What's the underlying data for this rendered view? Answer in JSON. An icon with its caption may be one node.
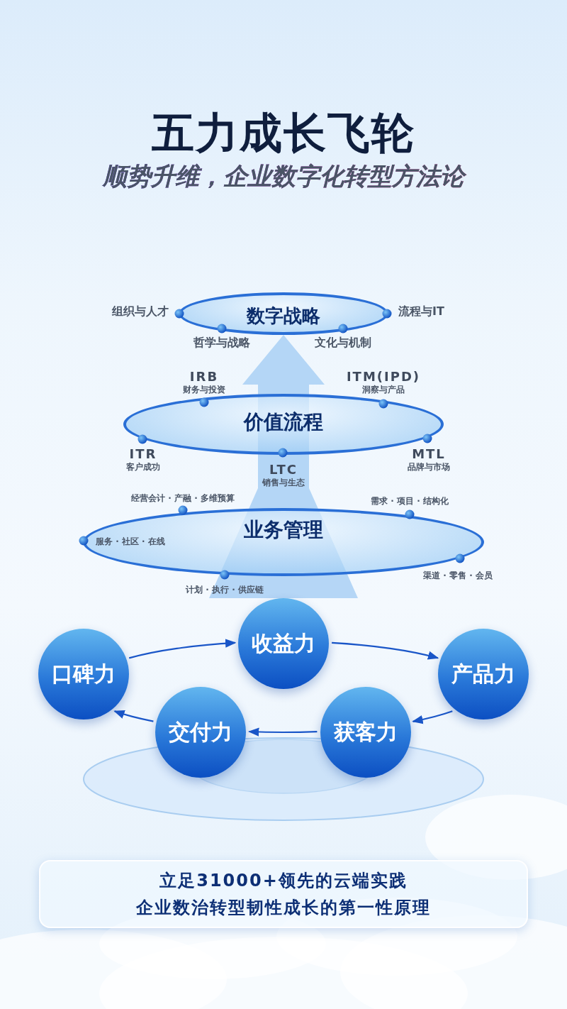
{
  "diagram": {
    "title": "五力成长飞轮",
    "nodes": [
      {
        "text": [
          "数字战略"
        ]
      },
      {
        "text": [
          "价值流程"
        ]
      },
      {
        "text": [
          "业务管理"
        ]
      },
      {
        "text": [
          "收益力"
        ]
      },
      {
        "text": [
          "口碑力"
        ]
      },
      {
        "text": [
          "产品力"
        ]
      },
      {
        "text": [
          "交付力"
        ]
      },
      {
        "text": [
          "获客力"
        ]
      },
      {
        "text": [
          "立足31000+领先的云端实践",
          "企业数治转型韧性成长的第一性原理"
        ]
      }
    ],
    "edges": [
      {
        "from": 4,
        "to": 3,
        "arrow": "to"
      },
      {
        "from": 3,
        "to": 5,
        "arrow": "to"
      },
      {
        "from": 5,
        "to": 7,
        "arrow": "to"
      },
      {
        "from": 7,
        "to": 6,
        "arrow": "to"
      },
      {
        "from": 6,
        "to": 4,
        "arrow": "to"
      },
      {
        "from": 3,
        "to": 0,
        "arrow": "to",
        "style": "thick",
        "color": "#a9d0f4"
      }
    ],
    "labels": [
      "顺势升维，企业数字化转型方法论",
      "组织与人才",
      "流程与IT",
      "哲学与战略",
      "文化与机制",
      "IRB",
      "ITM(IPD)",
      "财务与投资",
      "洞察与产品",
      "ITR",
      "MTL",
      "客户成功",
      "LTC",
      "品牌与市场",
      "销售与生态",
      "经营会计 · 产融 · 多维预算",
      "需求 · 项目 · 结构化",
      "服务 · 社区 · 在线",
      "渠道 · 零售 · 会员",
      "计划 · 执行 · 供应链"
    ]
  }
}
